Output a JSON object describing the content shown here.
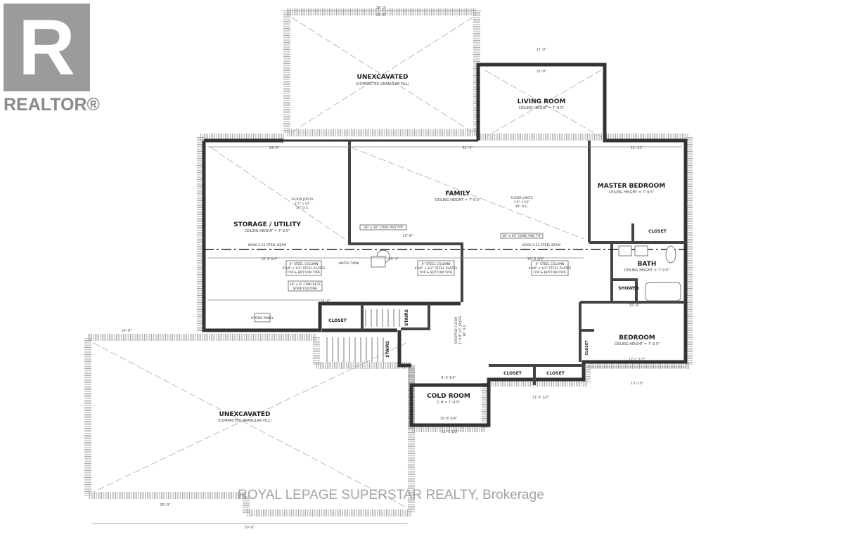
{
  "logo": {
    "mark": "R",
    "text": "REALTOR®",
    "color": "#8a8a8a"
  },
  "watermark": "ROYAL LEPAGE SUPERSTAR REALTY, Brokerage",
  "rooms": {
    "unexcavated_top": {
      "name": "UNEXCAVATED",
      "sub": "(COMPACTED GRANULAR FILL)"
    },
    "living": {
      "name": "LIVING ROOM",
      "sub": "CEILING HEIGHT = 7'-9.5\""
    },
    "storage": {
      "name": "STORAGE / UTILITY",
      "sub": "CEILING HEIGHT = 7'-9.5\""
    },
    "family": {
      "name": "FAMILY",
      "sub": "CEILING HEIGHT = 7'-9.5\""
    },
    "master": {
      "name": "MASTER BEDROOM",
      "sub": "CEILING HEIGHT = 7'-9.5\""
    },
    "master_closet": {
      "name": "CLOSET"
    },
    "bath": {
      "name": "BATH",
      "sub": "CEILING HEIGHT = 7'-9.5\""
    },
    "shower": {
      "name": "SHOWER"
    },
    "bedroom": {
      "name": "BEDROOM",
      "sub": "CEILING HEIGHT = 7'-9.5\""
    },
    "bedroom_closet": {
      "name": "CLOSET"
    },
    "closet_stairs": {
      "name": "CLOSET"
    },
    "closet_a": {
      "name": "CLOSET"
    },
    "closet_b": {
      "name": "CLOSET"
    },
    "stairs_upper": {
      "name": "STAIRS"
    },
    "stairs_lower": {
      "name": "STAIRS"
    },
    "cold_room": {
      "name": "COLD ROOM",
      "sub": "C.H = 7'-9.5\""
    },
    "unexcavated_bottom": {
      "name": "UNEXCAVATED",
      "sub": "(COMPACTED GRANULAR FILL)"
    }
  },
  "notes": {
    "joists_storage": [
      "FLOOR JOISTS",
      "1.5\" x 12\"",
      "16\" O.C."
    ],
    "joists_family": [
      "FLOOR JOISTS",
      "1.5\" x 12\"",
      "16\" O.C."
    ],
    "pad_a": "34\" x 34\" CONC PAD TYP",
    "pad_b": "30\" x 30\" CONC PAD TYP",
    "column": [
      "4\" STEEL COLUMN",
      "6\"x6\" x 1/2\" STEEL PLATES",
      "TOP & BOTTOM TYPE"
    ],
    "footing": [
      "18\" x 6\" CONCRETE",
      "STRIP FOOTING"
    ],
    "water_tank": "WATER TANK",
    "hydro": "HYDRO PANEL",
    "beam": "W200 X 21 STEEL BEAM",
    "dropped": [
      "DROPPED FLOOR",
      "2\" X 8\" P.T. JOISTS",
      "16\" O.C."
    ]
  },
  "dimensions": {
    "top_overall": "26'-0\"",
    "top_inner": "24'-8\"",
    "living_w": "17'-0\"",
    "living_inner": "15'-8\"",
    "storage_w": "19'-0\"",
    "family_w": "31'-4\"",
    "master_w": "11'-11\"",
    "beam_a": "19'-8 3/4\"",
    "beam_b": "15'-4\"",
    "beam_c": "16'-5 3/4\"",
    "pad_span": "15'-8\"",
    "strip": "34'-6\"",
    "bedroom_w": "15'-4\"",
    "bedroom_b": "17'-1 1/2\"",
    "right_b": "13'-10\"",
    "cold_w": "9'-6 3/4\"",
    "cold_b": "10'-6 3/4\"",
    "cold_out": "11'-1 1/2\"",
    "closets_out": "11'-5 1/2\"",
    "bottom_overall": "30'-6\"",
    "bottom_inner": "30'-0\"",
    "bottom_left": "14'-6\""
  }
}
